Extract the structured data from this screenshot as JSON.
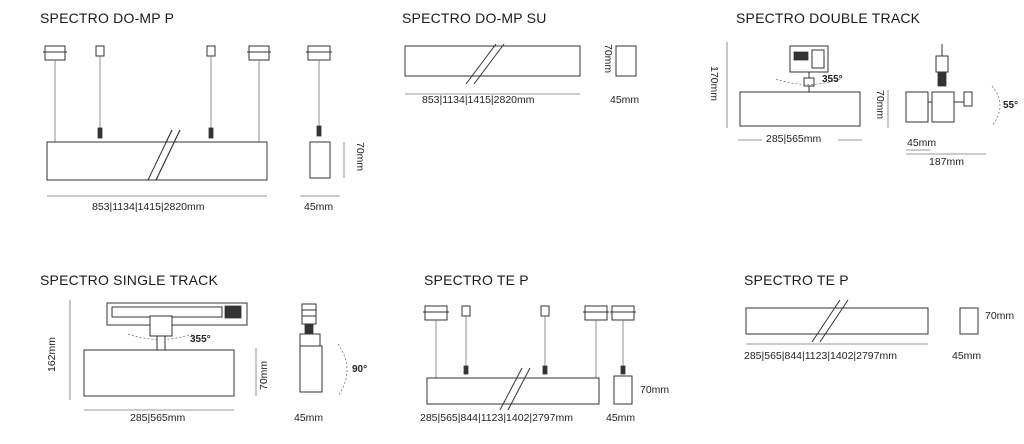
{
  "panels": {
    "do_mp_p": {
      "title": "SPECTRO DO-MP P",
      "length": "853|1134|1415|2820mm",
      "width": "45mm",
      "height": "70mm"
    },
    "do_mp_su": {
      "title": "SPECTRO DO-MP SU",
      "length": "853|1134|1415|2820mm",
      "width": "45mm",
      "height": "70mm"
    },
    "double_track": {
      "title": "SPECTRO DOUBLE TRACK",
      "length": "285|565mm",
      "total_height": "170mm",
      "height": "70mm",
      "rotation": "355°",
      "tilt": "55°",
      "width": "45mm",
      "depth": "187mm"
    },
    "single_track": {
      "title": "SPECTRO SINGLE TRACK",
      "length": "285|565mm",
      "total_height": "162mm",
      "height": "70mm",
      "rotation": "355°",
      "tilt": "90°",
      "width": "45mm"
    },
    "te_p_pendant": {
      "title": "SPECTRO TE P",
      "length": "285|565|844|1123|1402|2797mm",
      "width": "45mm",
      "height": "70mm"
    },
    "te_p_surface": {
      "title": "SPECTRO TE P",
      "length": "285|565|844|1123|1402|2797mm",
      "width": "45mm",
      "height": "70mm"
    }
  }
}
